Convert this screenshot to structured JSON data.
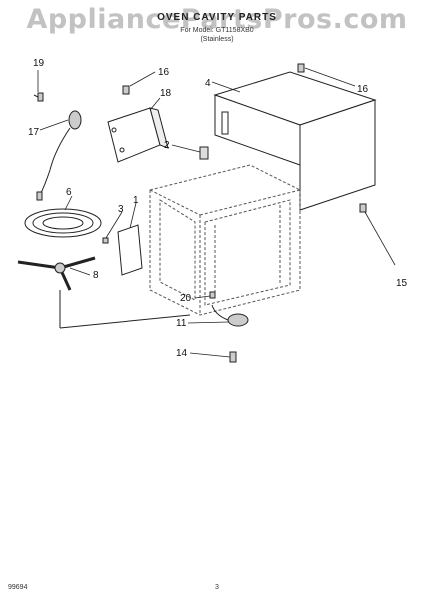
{
  "header": {
    "watermark": "AppliancePartsPros.com",
    "title": "OVEN CAVITY PARTS",
    "model_line": "For Model: GT1158XB0",
    "model_variant": "(Stainless)"
  },
  "callouts": [
    "19",
    "16",
    "18",
    "4",
    "16",
    "17",
    "2",
    "6",
    "3",
    "1",
    "8",
    "20",
    "11",
    "14",
    "15"
  ],
  "footer": {
    "doc_code": "99694",
    "page_number": "3"
  },
  "colors": {
    "line": "#222222",
    "dashed": "#555555",
    "watermark": "#b8b8b8"
  }
}
